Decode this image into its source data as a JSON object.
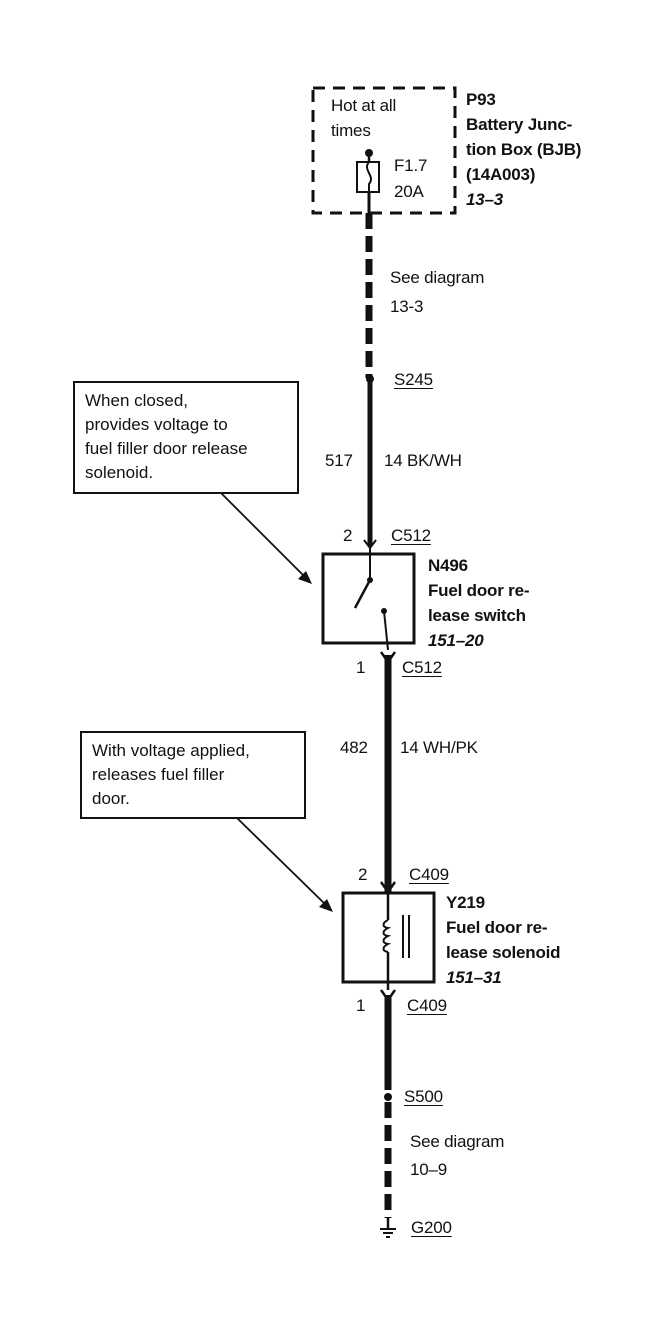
{
  "bjb": {
    "hot_text_1": "Hot at all",
    "hot_text_2": "times",
    "fuse_id": "F1.7",
    "fuse_amp": "20A",
    "id": "P93",
    "name_1": "Battery Junc-",
    "name_2": "tion Box (BJB)",
    "part": "(14A003)",
    "ref": "13–3"
  },
  "see_diagram_top": {
    "line1": "See diagram",
    "line2": "13-3"
  },
  "splice_top": "S245",
  "wire_top": {
    "circuit": "517",
    "spec": "14 BK/WH"
  },
  "note_switch": [
    "When closed,",
    "provides voltage to",
    "fuel filler door release",
    "solenoid."
  ],
  "switch": {
    "pin_in": "2",
    "conn_in": "C512",
    "id": "N496",
    "name_1": "Fuel door re-",
    "name_2": "lease switch",
    "ref": "151–20",
    "pin_out": "1",
    "conn_out": "C512"
  },
  "wire_mid": {
    "circuit": "482",
    "spec": "14 WH/PK"
  },
  "note_solenoid": [
    "With voltage applied,",
    "releases fuel filler",
    "door."
  ],
  "solenoid": {
    "pin_in": "2",
    "conn_in": "C409",
    "id": "Y219",
    "name_1": "Fuel door re-",
    "name_2": "lease solenoid",
    "ref": "151–31",
    "pin_out": "1",
    "conn_out": "C409"
  },
  "splice_bottom": "S500",
  "see_diagram_bottom": {
    "line1": "See diagram",
    "line2": "10–9"
  },
  "ground": "G200"
}
